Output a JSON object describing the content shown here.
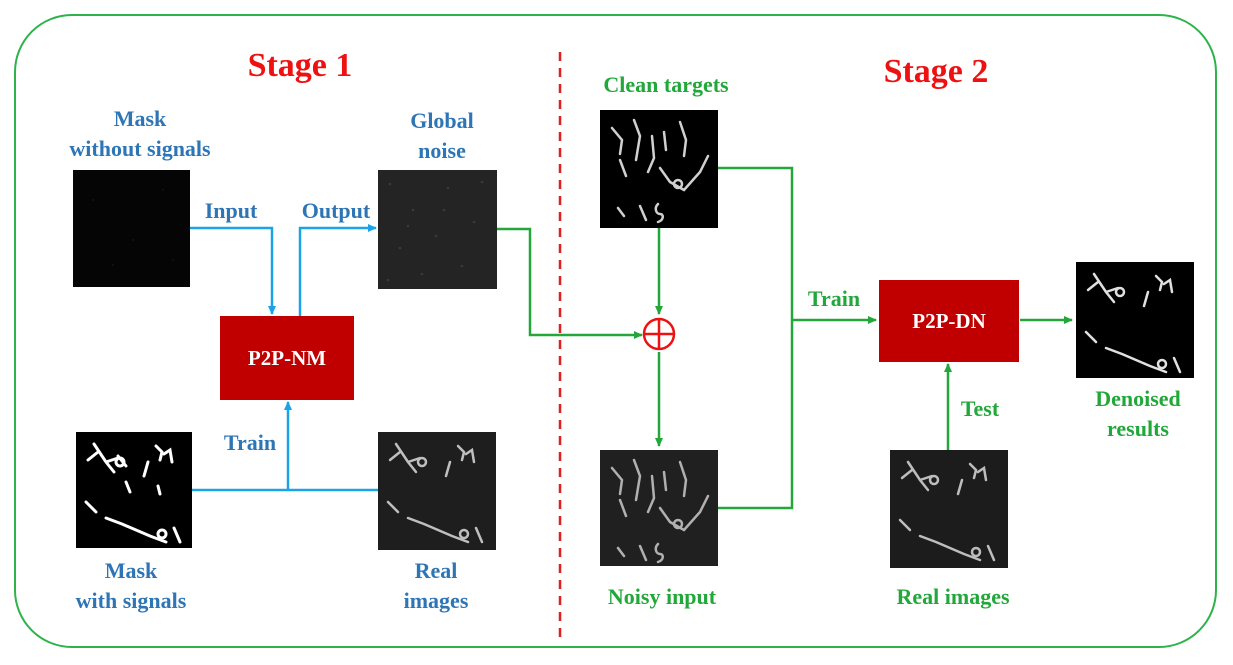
{
  "stage1": {
    "title": "Stage 1",
    "mask_without_signals": "Mask\nwithout signals",
    "input": "Input",
    "output": "Output",
    "global_noise": "Global\nnoise",
    "p2p_nm": "P2P-NM",
    "train": "Train",
    "mask_with_signals": "Mask\nwith signals",
    "real_images": "Real\nimages"
  },
  "stage2": {
    "title": "Stage 2",
    "clean_targets": "Clean targets",
    "noisy_input": "Noisy input",
    "train": "Train",
    "p2p_dn": "P2P-DN",
    "test": "Test",
    "real_images": "Real images",
    "denoised_results": "Denoised\nresults"
  },
  "colors": {
    "stage1_arrows": "#1aa3e8",
    "stage2_arrows": "#22a83a",
    "network_box": "#c00000",
    "stage_title": "#ee1111",
    "divider": "#e02020",
    "frame": "#2db34a"
  }
}
